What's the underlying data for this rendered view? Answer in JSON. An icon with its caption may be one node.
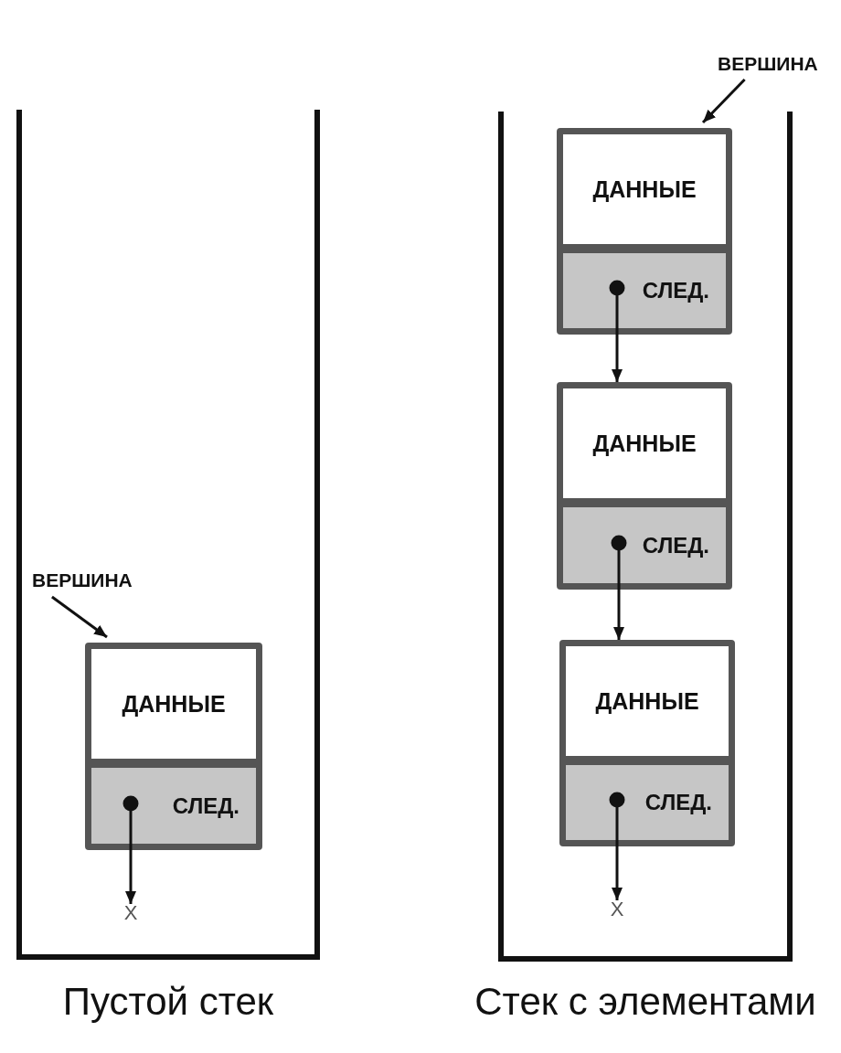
{
  "diagram": {
    "nodes": [
      {
        "text": [
          "Пустой стек"
        ]
      },
      {
        "text": [
          "ВЕРШИНА"
        ],
        "in": 0
      },
      {
        "text": [
          "ДАННЫЕ",
          "СЛЕД."
        ],
        "in": 0
      },
      {
        "text": [
          "X"
        ],
        "in": 0
      },
      {
        "text": [
          "Стек с элементами"
        ]
      },
      {
        "text": [
          "ВЕРШИНА"
        ]
      },
      {
        "text": [
          "ДАННЫЕ",
          "СЛЕД."
        ],
        "in": 4
      },
      {
        "text": [
          "ДАННЫЕ",
          "СЛЕД."
        ],
        "in": 4
      },
      {
        "text": [
          "ДАННЫЕ",
          "СЛЕД."
        ],
        "in": 4
      },
      {
        "text": [
          "X"
        ],
        "in": 4
      }
    ],
    "edges": [
      {
        "from": 1,
        "to": 2,
        "arrow": "to"
      },
      {
        "from": 2,
        "to": 3,
        "arrow": "to"
      },
      {
        "from": 5,
        "to": 6,
        "arrow": "to"
      },
      {
        "from": 6,
        "to": 7,
        "arrow": "to"
      },
      {
        "from": 7,
        "to": 8,
        "arrow": "to"
      },
      {
        "from": 8,
        "to": 9,
        "arrow": "to"
      }
    ]
  }
}
